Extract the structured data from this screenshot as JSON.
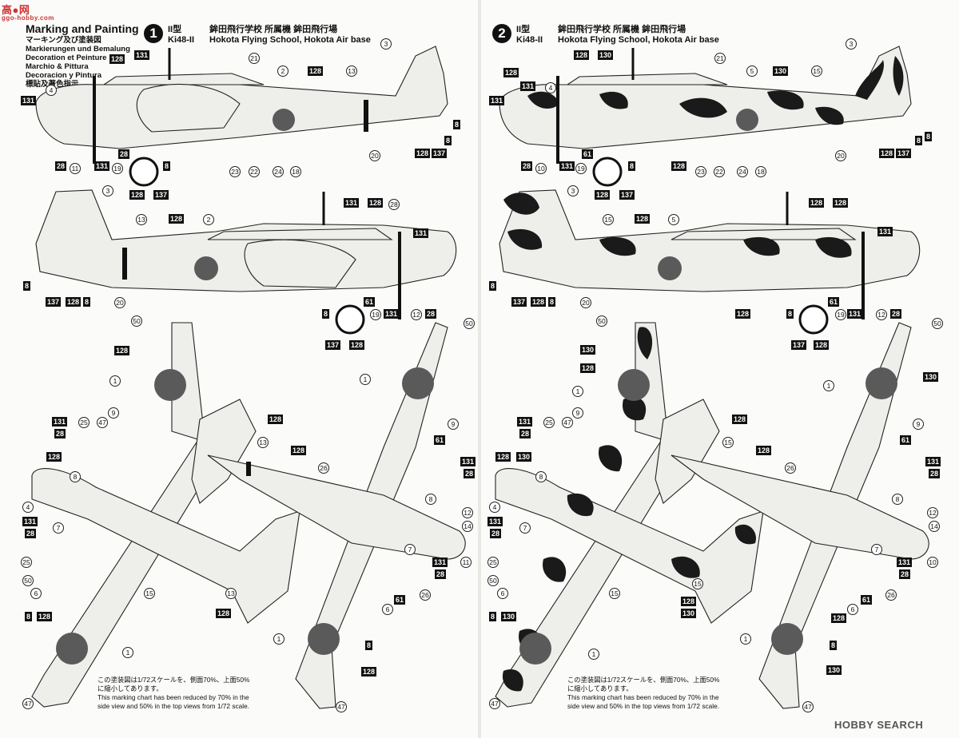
{
  "header": {
    "title": "Marking and Painting",
    "subtitles": [
      "マーキング及び塗装図",
      "Markierungen und Bemalung",
      "Decoration et Peinture",
      "Marchio & Pittura",
      "Decoracion y Pintura",
      "標貼及著色指示"
    ]
  },
  "schemes": [
    {
      "number": "1",
      "type": "II型",
      "model": "Ki48-II",
      "unit_jp": "鉾田飛行学校 所属機 鉾田飛行場",
      "unit_en": "Hokota Flying School, Hokota Air base"
    },
    {
      "number": "2",
      "type": "II型",
      "model": "Ki48-II",
      "unit_jp": "鉾田飛行学校 所属機 鉾田飛行場",
      "unit_en": "Hokota Flying School, Hokota Air base"
    }
  ],
  "notes": {
    "jp_1": "この塗装図は1/72スケールを、側面70%、上面50%",
    "jp_2": "に縮小してあります。",
    "en_1": "This marking chart has been reduced by 70% in the",
    "en_2": "side view and 50% in the top views from 1/72 scale."
  },
  "watermark": {
    "logo": "高●网",
    "site": "ggo-hobby.com",
    "brand": "HOBBY SEARCH"
  },
  "colors": {
    "hinomaru": "#5a5a5a",
    "camo": "#1a1a1a",
    "paint_label_bg": "#111111"
  },
  "labels": [
    "128",
    "131",
    "130",
    "137",
    "8",
    "61",
    "28"
  ],
  "callouts": [
    "1",
    "2",
    "3",
    "4",
    "5",
    "6",
    "7",
    "8",
    "9",
    "10",
    "11",
    "12",
    "13",
    "14",
    "15",
    "18",
    "19",
    "20",
    "21",
    "22",
    "23",
    "24",
    "25",
    "26",
    "47",
    "50"
  ]
}
